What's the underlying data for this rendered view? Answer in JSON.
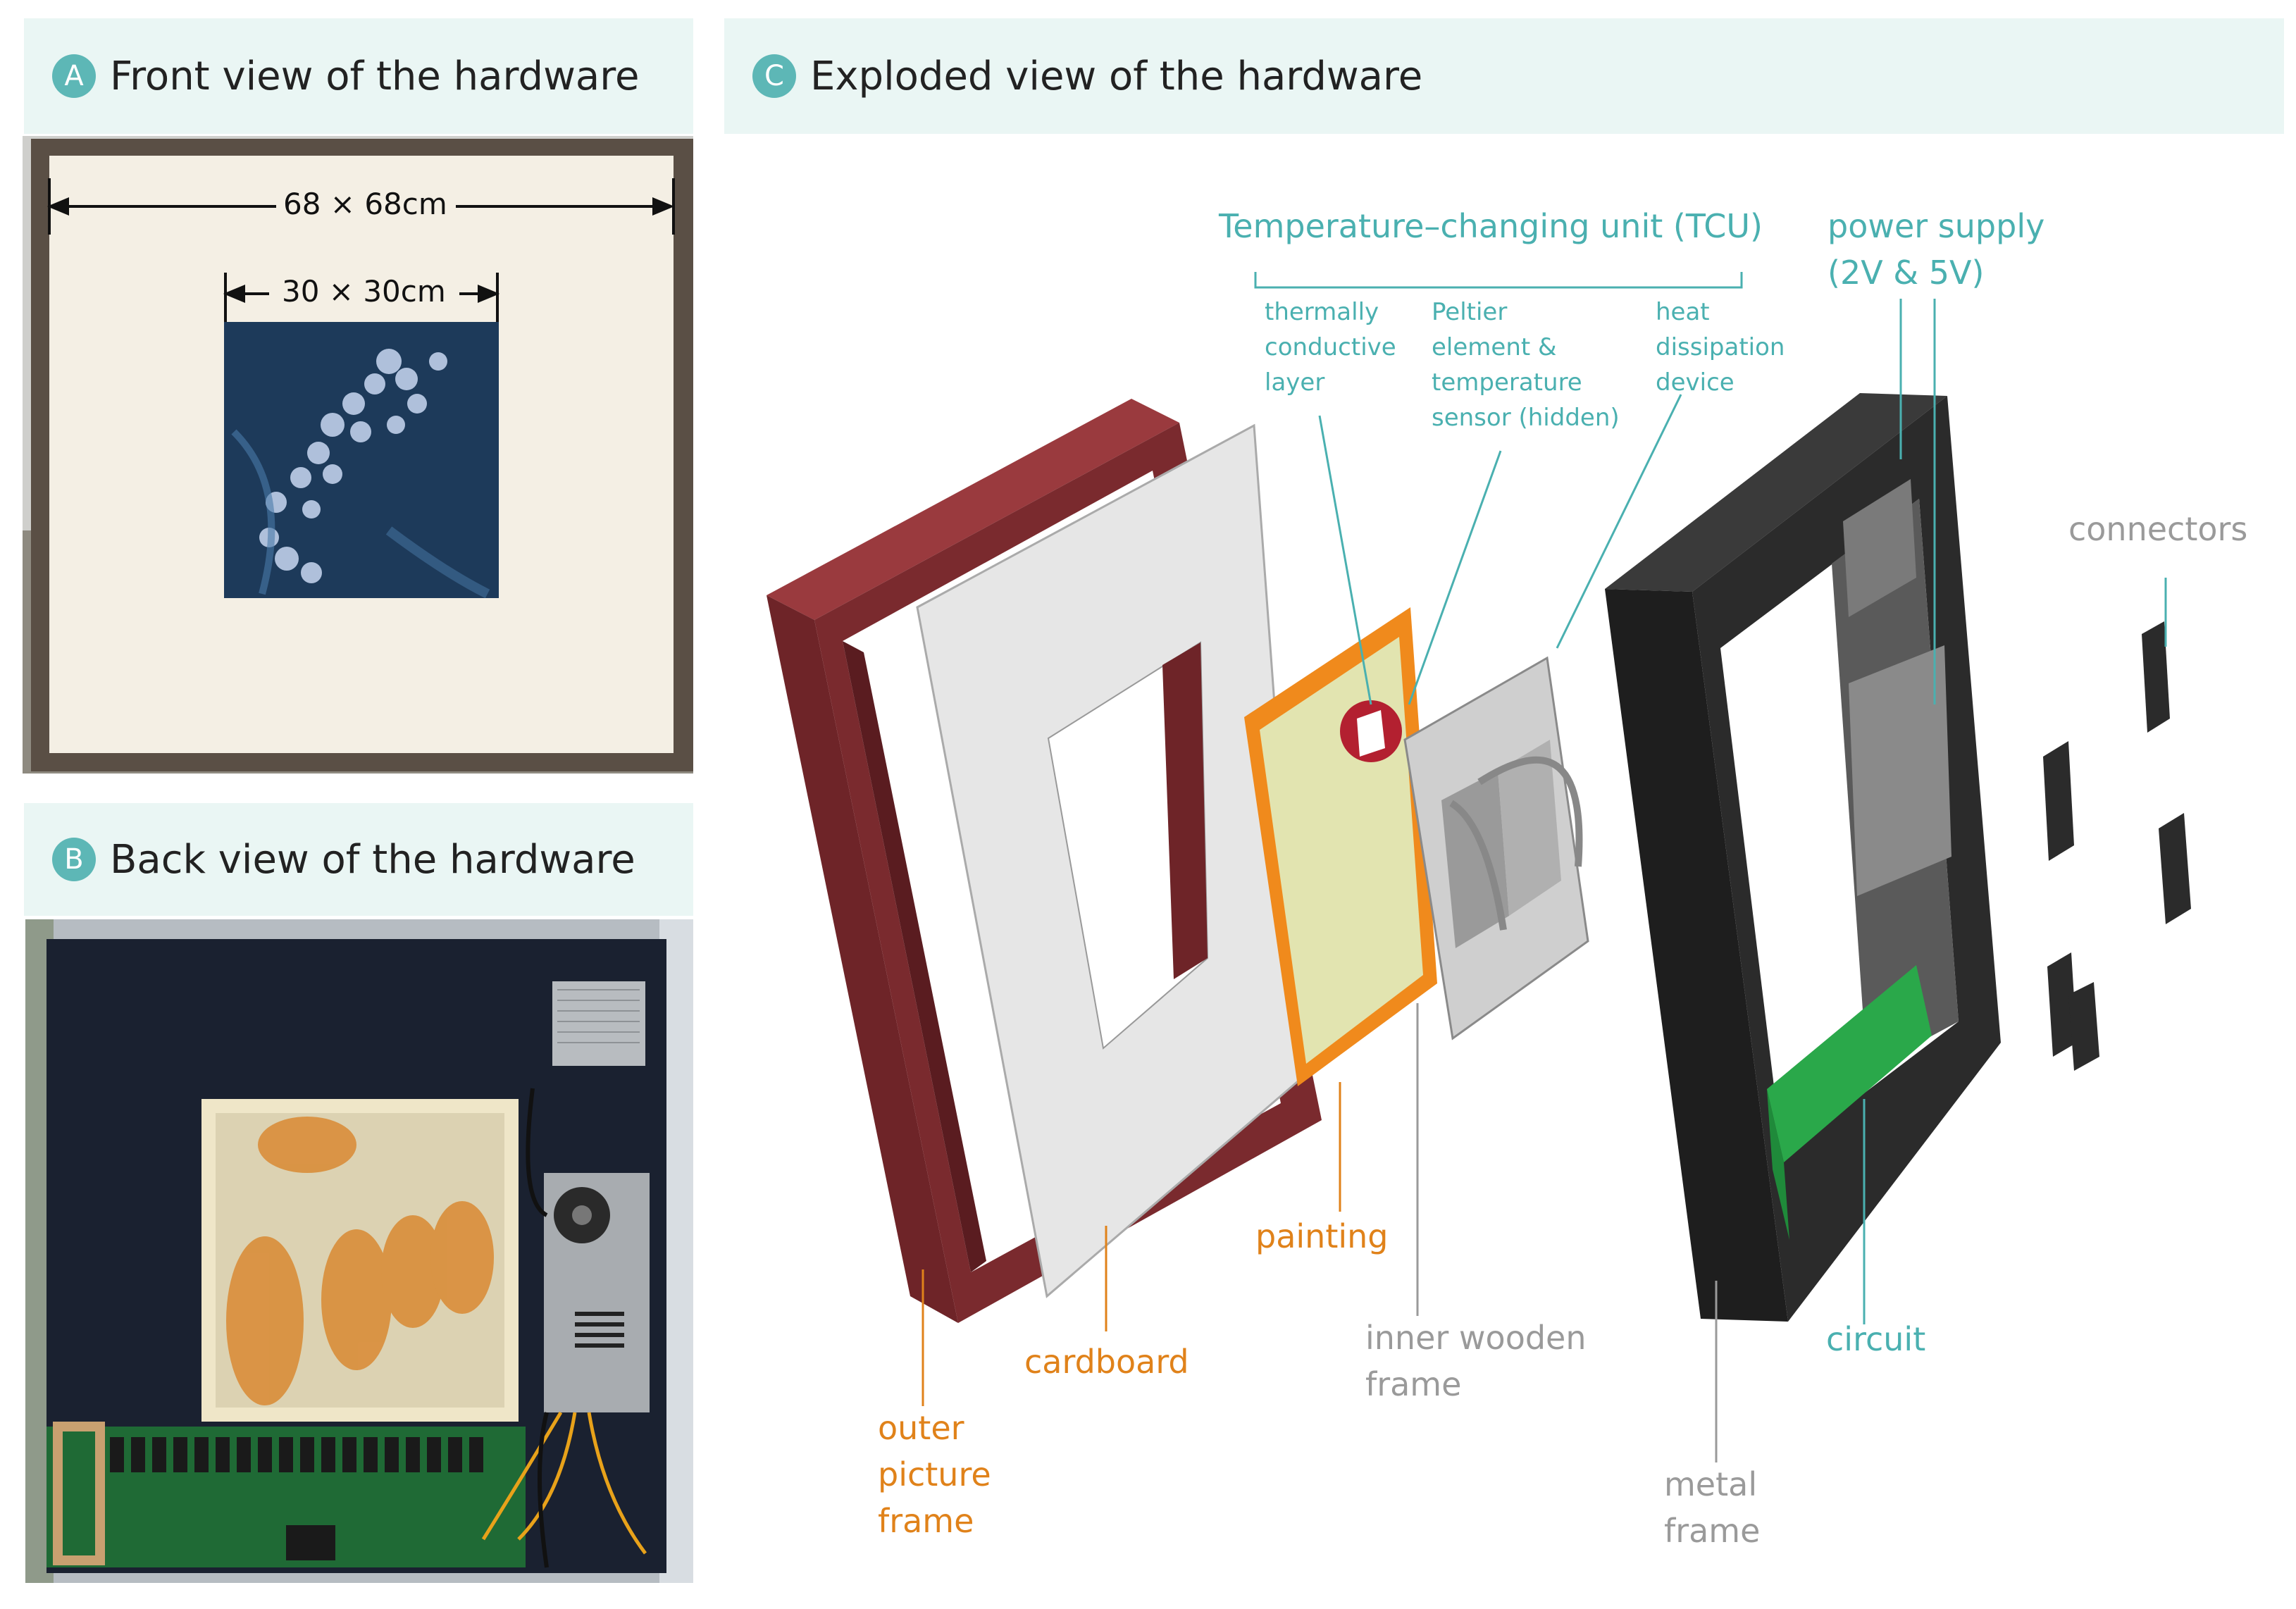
{
  "panels": {
    "a": {
      "badge": "A",
      "title": "Front view of the hardware"
    },
    "b": {
      "badge": "B",
      "title": "Back view of the hardware"
    },
    "c": {
      "badge": "C",
      "title": "Exploded view of the hardware"
    }
  },
  "front_view": {
    "outer_dim": "68 × 68cm",
    "inner_dim": "30 × 30cm"
  },
  "labels": {
    "tcu": "Temperature–changing unit (TCU)",
    "thermal_layer": "thermally\nconductive\nlayer",
    "peltier": "Peltier\nelement &\ntemperature\nsensor (hidden)",
    "heat_dissipation": "heat\ndissipation\ndevice",
    "power_supply": "power supply\n(2V & 5V)",
    "connectors": "connectors",
    "painting": "painting",
    "cardboard": "cardboard",
    "outer_frame": "outer\npicture\nframe",
    "inner_frame": "inner wooden\nframe",
    "circuit": "circuit",
    "metal_frame": "metal\nframe"
  },
  "colors": {
    "accent_teal": "#5db7b6",
    "label_teal": "#4ab0b0",
    "label_orange": "#e0821a",
    "label_gray": "#9a9a9a",
    "outer_frame": "#7a2a2e",
    "painting_border": "#f08a1c",
    "painting_surface": "#e2e4b0",
    "metal_frame": "#2b2b2b",
    "circuit": "#2aa84a"
  }
}
